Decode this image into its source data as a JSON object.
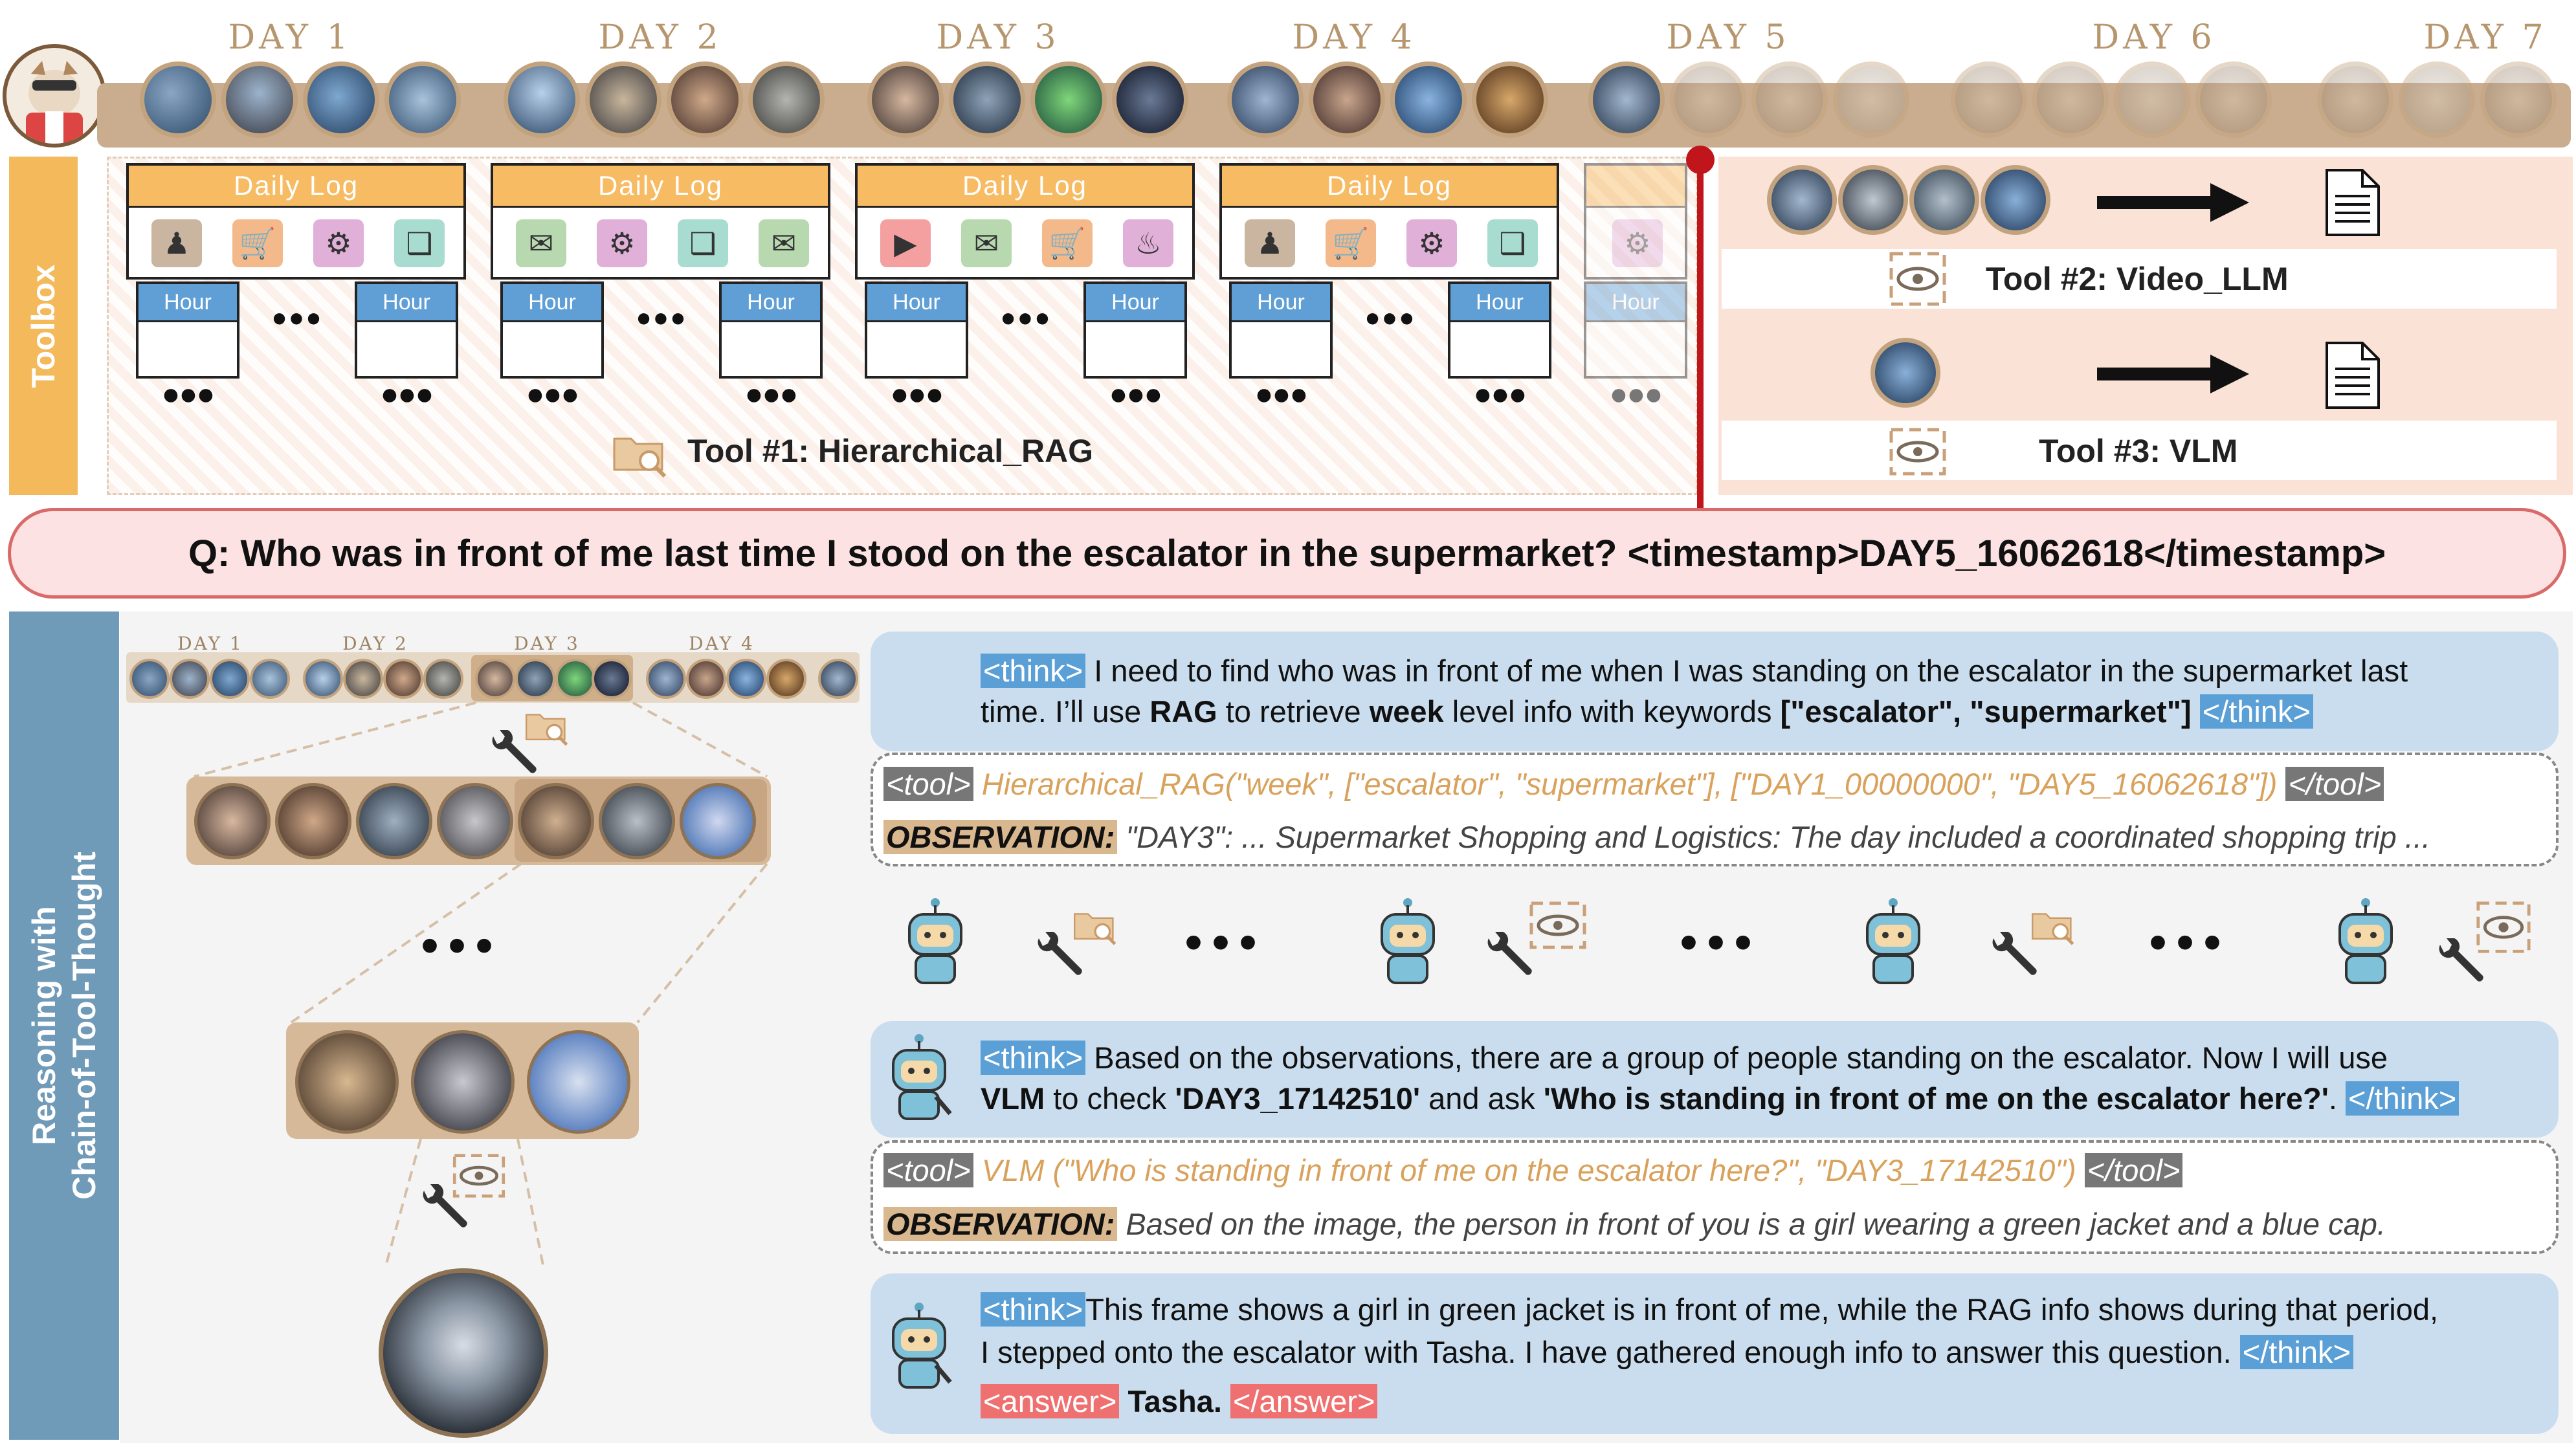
{
  "days": [
    "DAY 1",
    "DAY 2",
    "DAY 3",
    "DAY 4",
    "DAY 5",
    "DAY 6",
    "DAY 7"
  ],
  "toolbox": {
    "label": "Toolbox",
    "daily_log": "Daily Log",
    "hour": "Hour",
    "tool1": "Tool #1: Hierarchical_RAG",
    "tool2": "Tool #2: Video_LLM",
    "tool3": "Tool #3: VLM"
  },
  "question": "Q: Who was in front of me last time I stood on the escalator in the supermarket? <timestamp>DAY5_16062618</timestamp>",
  "reasoning": {
    "label_line1": "Reasoning with",
    "label_line2": "Chain-of-Tool-Thought",
    "mini_days": [
      "DAY 1",
      "DAY 2",
      "DAY 3",
      "DAY 4"
    ],
    "think1_tag_open": "<think>",
    "think1_line1": " I need to find who was in front of me when I was standing on the escalator in the supermarket last",
    "think1_line2_a": "time. I’ll use ",
    "think1_line2_b": "RAG",
    "think1_line2_c": " to retrieve ",
    "think1_line2_d": "week",
    "think1_line2_e": " level info with keywords ",
    "think1_line2_f": "[\"escalator\", \"supermarket\"]",
    "think1_tag_close": "</think>",
    "tool1_tag_open": "<tool>",
    "tool1_call": " Hierarchical_RAG(\"week\", [\"escalator\", \"supermarket\"], [\"DAY1_00000000\", \"DAY5_16062618\"]) ",
    "tool1_tag_close": "</tool>",
    "obs_label": "OBSERVATION:",
    "obs1_text": " \"DAY3\": ... Supermarket Shopping and Logistics: The day included a coordinated shopping trip ...",
    "think2_tag_open": "<think>",
    "think2_line1": " Based on the observations, there are a group of people standing on the escalator. Now I will use",
    "think2_line2_a": "VLM",
    "think2_line2_b": " to check ",
    "think2_line2_c": "'DAY3_17142510'",
    "think2_line2_d": " and ask ",
    "think2_line2_e": "'Who is standing in front of me on the escalator here?'",
    "think2_line2_f": ". ",
    "think2_tag_close": "</think>",
    "tool2_tag_open": "<tool>",
    "tool2_call": " VLM (\"Who is standing in front of me on the escalator here?\", \"DAY3_17142510\") ",
    "tool2_tag_close": "</tool>",
    "obs2_text": " Based on the image, the person in front of you is a girl wearing a green jacket and a blue cap.",
    "think3_tag_open": "<think>",
    "think3_line1": "This frame shows a girl in green jacket is in front of me, while the RAG info shows during that period,",
    "think3_line2": "I stepped onto the escalator with Tasha. I have gathered enough info to answer this question. ",
    "think3_tag_close": "</think>",
    "answer_tag_open": "<answer>",
    "answer_value": " Tasha. ",
    "answer_tag_close": "</answer>"
  },
  "colors": {
    "timeline": "#c9ad8e",
    "toolbox": "#f3b95a",
    "daily_log_header": "#f7bb63",
    "hour_header": "#5f9fd6",
    "question_border": "#d96a6a",
    "reasoning": "#6f9ab8",
    "think_bg": "#c9ddee",
    "divider": "#c0151a"
  }
}
